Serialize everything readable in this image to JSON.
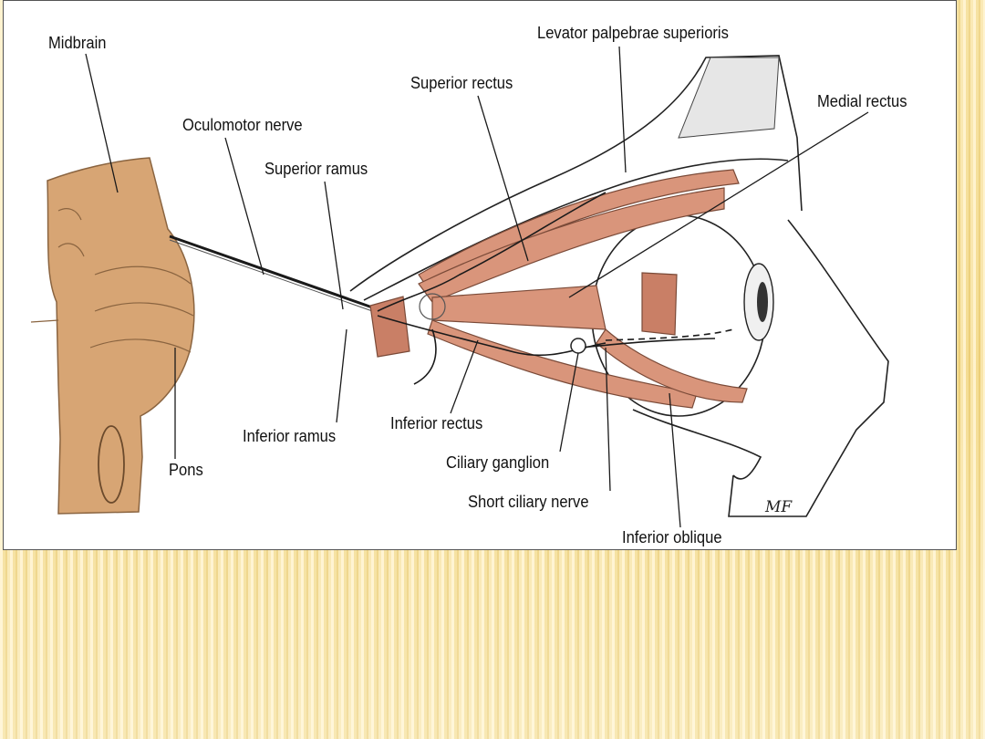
{
  "figure": {
    "labels": {
      "midbrain": "Midbrain",
      "levator": "Levator palpebrae superioris",
      "superior_rectus": "Superior rectus",
      "medial_rectus": "Medial rectus",
      "oculomotor_nerve": "Oculomotor nerve",
      "superior_ramus": "Superior ramus",
      "inferior_ramus": "Inferior ramus",
      "inferior_rectus": "Inferior rectus",
      "pons": "Pons",
      "ciliary_ganglion": "Ciliary ganglion",
      "short_ciliary_nerve": "Short ciliary nerve",
      "inferior_oblique": "Inferior oblique"
    },
    "artist_initials": "MF"
  },
  "colors": {
    "muscle": "#d9957b",
    "brainstem": "#d7a574",
    "line": "#1a1a1a",
    "slide_stripe": "#e8c86a"
  }
}
